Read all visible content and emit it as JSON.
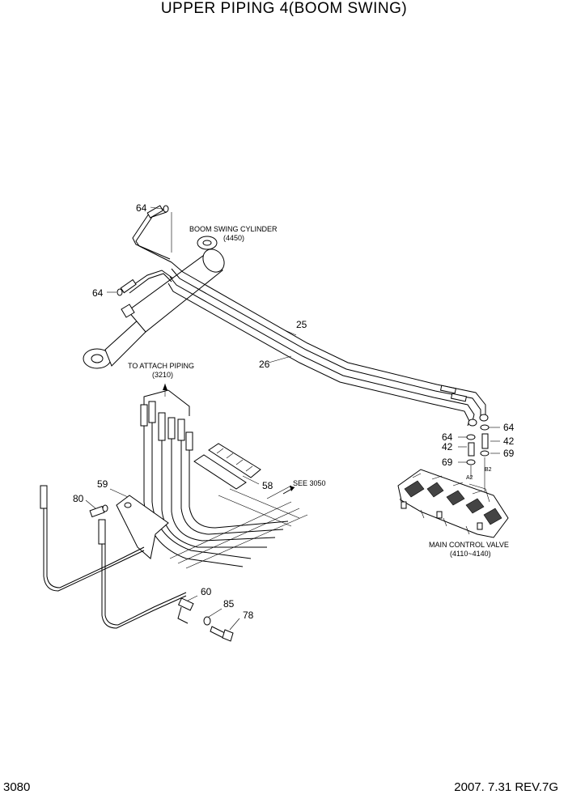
{
  "page": {
    "title": "UPPER PIPING 4(BOOM SWING)",
    "page_number": "3080",
    "revision": "2007. 7.31  REV.7G"
  },
  "callouts": {
    "c64_top": "64",
    "c64_mid": "64",
    "c25": "25",
    "c26": "26",
    "c59": "59",
    "c80": "80",
    "c58": "58",
    "c60": "60",
    "c85": "85",
    "c78": "78",
    "c64_valve_left": "64",
    "c42_left": "42",
    "c69_left": "69",
    "c64_valve_right": "64",
    "c42_right": "42",
    "c69_right": "69"
  },
  "notes": {
    "boom_cylinder_name": "BOOM SWING CYLINDER",
    "boom_cylinder_ref": "(4450)",
    "attach_name": "TO ATTACH PIPING",
    "attach_ref": "(3210)",
    "see_ref": "SEE 3050",
    "valve_name": "MAIN CONTROL VALVE",
    "valve_ref": "(4110~4140)",
    "port_a2": "A2",
    "port_b2": "B2"
  }
}
